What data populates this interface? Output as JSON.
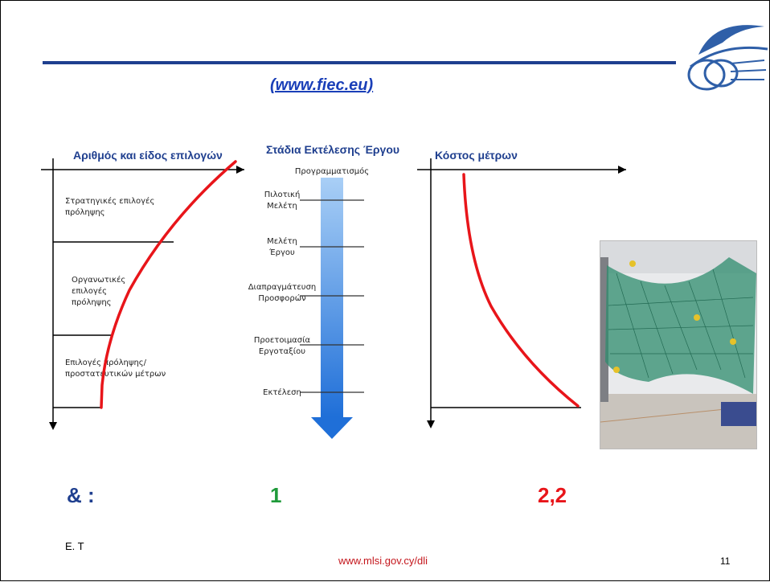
{
  "header": {
    "source_link": "(www.fiec.eu)",
    "logo_icon": "ministry-logo-icon"
  },
  "diagram": {
    "left_panel": {
      "title": "Αριθμός  και είδος επιλογών",
      "levels": [
        {
          "lines": [
            "Στρατηγικές επιλογές",
            "πρόληψης"
          ]
        },
        {
          "lines": [
            "Οργανωτικές",
            "επιλογές",
            "πρόληψης"
          ]
        },
        {
          "lines": [
            "Επιλογές πρόληψης/",
            "προστατευτικών μέτρων"
          ]
        }
      ]
    },
    "middle_panel": {
      "title": "Στάδια Εκτέλεσης Έργου",
      "stages": [
        {
          "lines": [
            "Προγραμματισμός"
          ]
        },
        {
          "lines": [
            "Πιλοτική",
            "Μελέτη"
          ]
        },
        {
          "lines": [
            "Μελέτη",
            "Έργου"
          ]
        },
        {
          "lines": [
            "Διαπραγμάτευση",
            "Προσφορών"
          ]
        },
        {
          "lines": [
            "Προετοιμασία",
            "Εργοταξίου"
          ]
        },
        {
          "lines": [
            "Εκτέλεση"
          ]
        }
      ]
    },
    "right_panel": {
      "title": "Κόστος μέτρων"
    },
    "colors": {
      "curve": "#e8151a",
      "arrow": "#2e7fe0",
      "title": "#1f3f8f"
    }
  },
  "photo": {
    "subject_icon": "safety-net-photo"
  },
  "cost_ratio": {
    "prefix": "& :",
    "value_1": "1",
    "value_2": "2,2"
  },
  "footer": {
    "left_text": "Ε. Τ",
    "url": "www.mlsi.gov.cy/dli",
    "page_number": "11"
  }
}
